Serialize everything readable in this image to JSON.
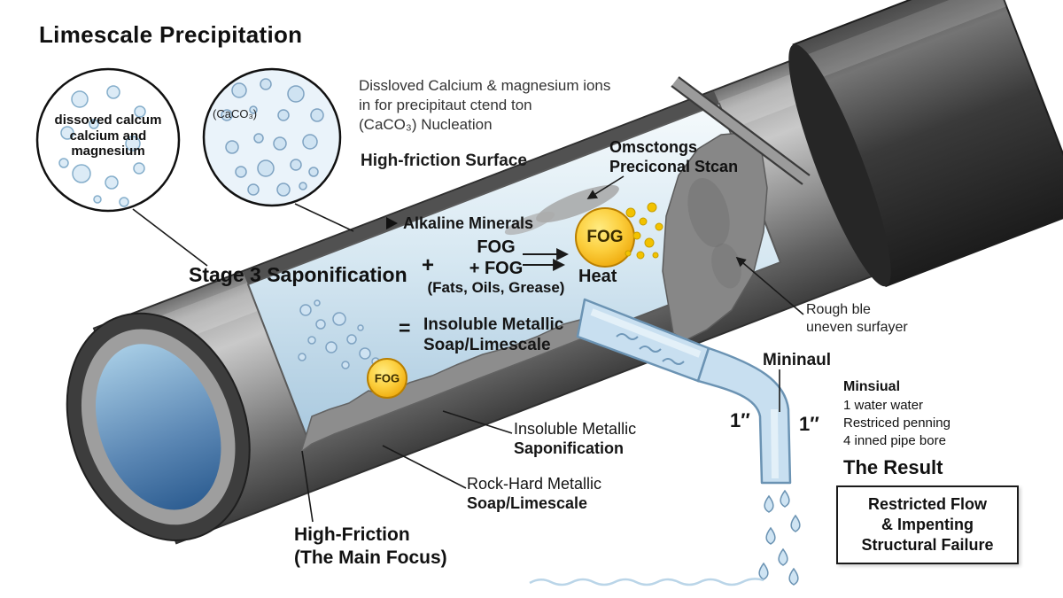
{
  "title": "Limescale Precipitation",
  "inset1": {
    "line1": "dissoved calcum",
    "line2": "calcium and",
    "line3": "magnesium"
  },
  "inset2": {
    "label": "(CaCO₃)"
  },
  "note_top": {
    "line1": "Dissloved Calcium & magnesium ions",
    "line2": "in for precipitaut ctend ton",
    "line3": "(CaCO₃) Nucleation"
  },
  "labels": {
    "high_friction_surface": "High-friction Surface",
    "omsctongs_line1": "Omsctongs",
    "omsctongs_line2": "Preciconal Stcan",
    "alkaline_minerals": "Alkaline Minerals",
    "stage": "Stage 3 Saponification",
    "plus": "+",
    "fog_line1": "FOG",
    "fog_line2": "+ FOG",
    "fog_line3": "(Fats, Oils, Grease)",
    "heat": "Heat",
    "equals": "=",
    "insoluble_line1": "Insoluble Metallic",
    "insoluble_line2": "Soap/Limescale",
    "fog_big": "FOG",
    "fog_small": "FOG",
    "insoluble2_line1": "Insoluble Metallic",
    "insoluble2_line2": "Saponification",
    "rockhard_line1": "Rock-Hard Metallic",
    "rockhard_line2": "Soap/Limescale",
    "highfriction_line1": "High-Friction",
    "highfriction_line2": "(The Main Focus)",
    "rough_line1": "Rough ble",
    "rough_line2": "uneven surfayer",
    "mininaul": "Mininaul",
    "inch_left": "1″",
    "inch_right": "1″",
    "right_note_line1": "Minsiual",
    "right_note_line2": "1 water water",
    "right_note_line3": "Restriced penning",
    "right_note_line4": "4 inned pipe bore",
    "the_result": "The Result",
    "result_line1": "Restricted Flow",
    "result_line2": "& Impenting",
    "result_line3": "Structural Failure"
  },
  "colors": {
    "fog_orange": "#f2b705",
    "water_light": "#cfe4f3",
    "water_deep": "#2f6194",
    "pipe_gray": "#8a8a8a",
    "deposit_gray": "#8d8d8d",
    "ink": "#1a1a1a",
    "background": "#ffffff"
  }
}
